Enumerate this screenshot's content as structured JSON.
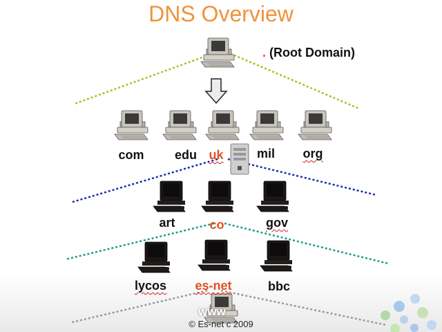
{
  "title": "DNS Overview",
  "root": {
    "dot": ".",
    "label": "(Root Domain)"
  },
  "tld": [
    "com",
    "edu",
    "uk",
    "mil",
    "org"
  ],
  "second_level": [
    "art",
    "co",
    "gov"
  ],
  "third_level": [
    "lycos",
    "es-net",
    "bbc"
  ],
  "host": "www",
  "copyright": "© Es-net c   2009",
  "colors": {
    "title": "#f0923a",
    "highlight": "#e2501e",
    "line_root": "#a8c020",
    "line_uk": "#1a2ab0",
    "line_co": "#1a9a8a",
    "line_esnet": "#999999"
  }
}
